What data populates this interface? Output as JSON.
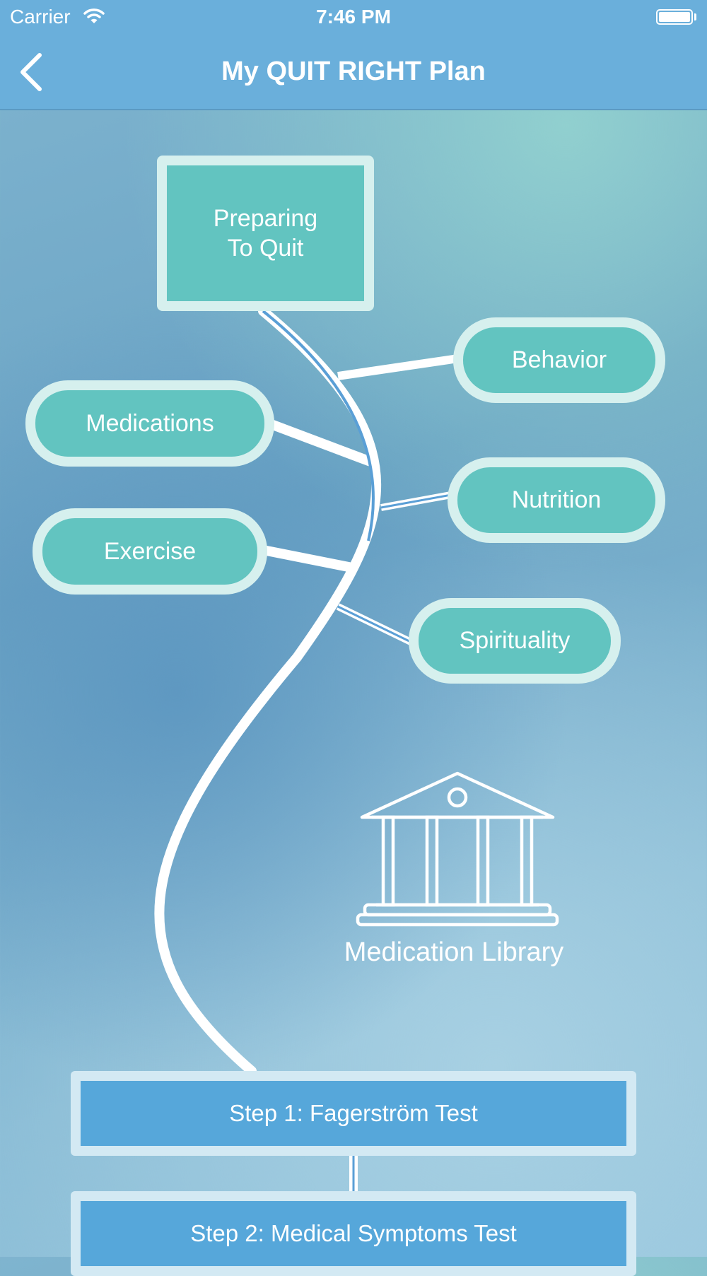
{
  "status_bar": {
    "carrier": "Carrier",
    "time": "7:46 PM",
    "wifi_icon": "wifi-icon",
    "battery_icon": "battery-icon"
  },
  "nav": {
    "title": "My QUIT RIGHT Plan",
    "back_icon": "chevron-left-icon"
  },
  "plan": {
    "root": "Preparing\nTo Quit",
    "nodes": {
      "behavior": "Behavior",
      "medications": "Medications",
      "nutrition": "Nutrition",
      "exercise": "Exercise",
      "spirituality": "Spirituality"
    },
    "library": {
      "label": "Medication Library",
      "icon": "building-columns-icon"
    },
    "steps": [
      {
        "label": "Step 1: Fagerström Test"
      },
      {
        "label": "Step 2: Medical Symptoms Test"
      }
    ]
  },
  "colors": {
    "header": "#6aafdb",
    "node_fill": "#62c4c0",
    "node_border": "#d6f0ee",
    "step_fill": "#56a7da",
    "step_border": "#d3e9f3",
    "path": "#ffffff",
    "path_highlight": "#5a9fd6"
  }
}
